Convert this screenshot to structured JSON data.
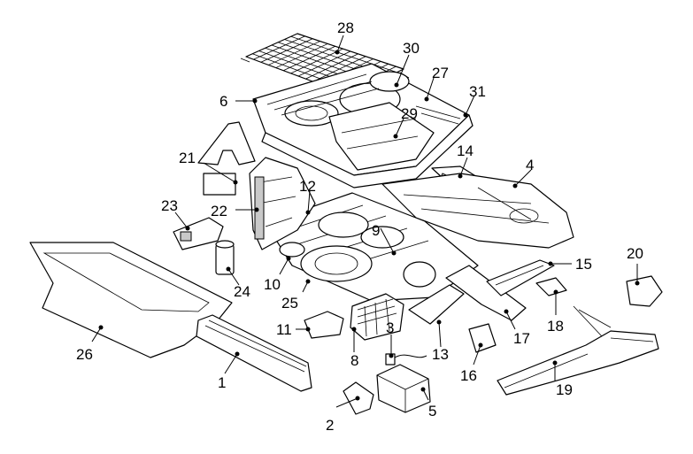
{
  "callouts": [
    {
      "id": "c1",
      "text": "1"
    },
    {
      "id": "c2",
      "text": "2"
    },
    {
      "id": "c3",
      "text": "3"
    },
    {
      "id": "c4",
      "text": "4"
    },
    {
      "id": "c5",
      "text": "5"
    },
    {
      "id": "c6",
      "text": "6"
    },
    {
      "id": "c8",
      "text": "8"
    },
    {
      "id": "c9",
      "text": "9"
    },
    {
      "id": "c10",
      "text": "10"
    },
    {
      "id": "c11",
      "text": "11"
    },
    {
      "id": "c12",
      "text": "12"
    },
    {
      "id": "c13",
      "text": "13"
    },
    {
      "id": "c14",
      "text": "14"
    },
    {
      "id": "c15",
      "text": "15"
    },
    {
      "id": "c16",
      "text": "16"
    },
    {
      "id": "c17",
      "text": "17"
    },
    {
      "id": "c18",
      "text": "18"
    },
    {
      "id": "c19",
      "text": "19"
    },
    {
      "id": "c20",
      "text": "20"
    },
    {
      "id": "c21",
      "text": "21"
    },
    {
      "id": "c22",
      "text": "22"
    },
    {
      "id": "c23",
      "text": "23"
    },
    {
      "id": "c24",
      "text": "24"
    },
    {
      "id": "c25",
      "text": "25"
    },
    {
      "id": "c26",
      "text": "26"
    },
    {
      "id": "c27",
      "text": "27"
    },
    {
      "id": "c28",
      "text": "28"
    },
    {
      "id": "c29",
      "text": "29"
    },
    {
      "id": "c30",
      "text": "30"
    },
    {
      "id": "c31",
      "text": "31"
    }
  ]
}
